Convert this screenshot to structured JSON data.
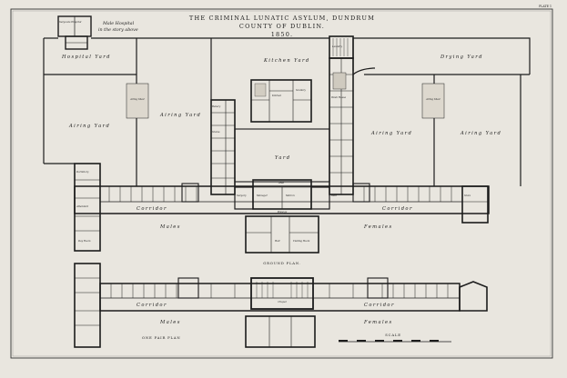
{
  "sheet": {
    "plate": "PLATE 1",
    "title_line1": "THE CRIMINAL LUNATIC ASYLUM, DUNDRUM",
    "title_line2": "COUNTY OF DUBLIN.",
    "title_line3": "1850."
  },
  "notes": {
    "male_hospital_1": "Male Hospital",
    "male_hospital_2": "in the story above"
  },
  "yards": {
    "hospital_yard": "Hospital Yard",
    "kitchen_yard": "Kitchen Yard",
    "drying_yard": "Drying Yard",
    "airing_yard_left_big": "Airing Yard",
    "airing_yard_left_small": "Airing Yard",
    "airing_yard_right_1": "Airing Yard",
    "airing_yard_right_2": "Airing Yard",
    "central_yard": "Yard",
    "airing_shed_left": "Airing Shed",
    "airing_shed_right": "Airing Shed"
  },
  "ground": {
    "corridor_left": "Corridor",
    "corridor_right": "Corridor",
    "males": "Males",
    "females": "Females",
    "plan_label": "GROUND PLAN.",
    "area": "Area",
    "passage": "Passage",
    "manager": "Manager",
    "matron": "Matron"
  },
  "first": {
    "corridor_left": "Corridor",
    "corridor_right": "Corridor",
    "males": "Males",
    "females": "Females",
    "plan_label": "ONE PAIR PLAN",
    "chapel": "Chapel",
    "scale": "SCALE"
  },
  "rooms": {
    "surgeons_hospital": "Surgeons Hospital",
    "dormitory": "Dormitory",
    "attendant": "Attendant",
    "day_room": "Day Room",
    "laundry": "Laundry",
    "wash_house": "Wash House",
    "kitchen": "Kitchen",
    "scullery": "Scullery",
    "bakery": "Bakery",
    "stores": "Stores",
    "surgery": "Surgery",
    "bath": "Bath",
    "store": "Store",
    "hall": "Hall",
    "visiting_room": "Visiting Room"
  },
  "colors": {
    "paper": "#e9e6df",
    "ink": "#1c1c1c"
  }
}
